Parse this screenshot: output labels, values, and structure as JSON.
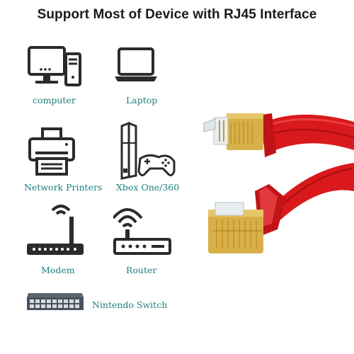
{
  "title": "Support Most of Device with RJ45 Interface",
  "colors": {
    "label_teal": "#1f7f7f",
    "icon_dark": "#2b2b2b",
    "cable_red": "#d9191c",
    "plug_gold": "#d8b049"
  },
  "devices": [
    {
      "icon": "computer-icon",
      "label": "computer"
    },
    {
      "icon": "laptop-icon",
      "label": "Laptop"
    },
    {
      "icon": "printer-icon",
      "label": "Network Printers"
    },
    {
      "icon": "game-console-icon",
      "label": "Xbox One/360"
    },
    {
      "icon": "modem-icon",
      "label": "Modem"
    },
    {
      "icon": "router-icon",
      "label": "Router"
    },
    {
      "icon": "switch-icon",
      "label": "Nintendo Switch"
    }
  ],
  "product": {
    "icon": "rj45-flat-cable"
  }
}
